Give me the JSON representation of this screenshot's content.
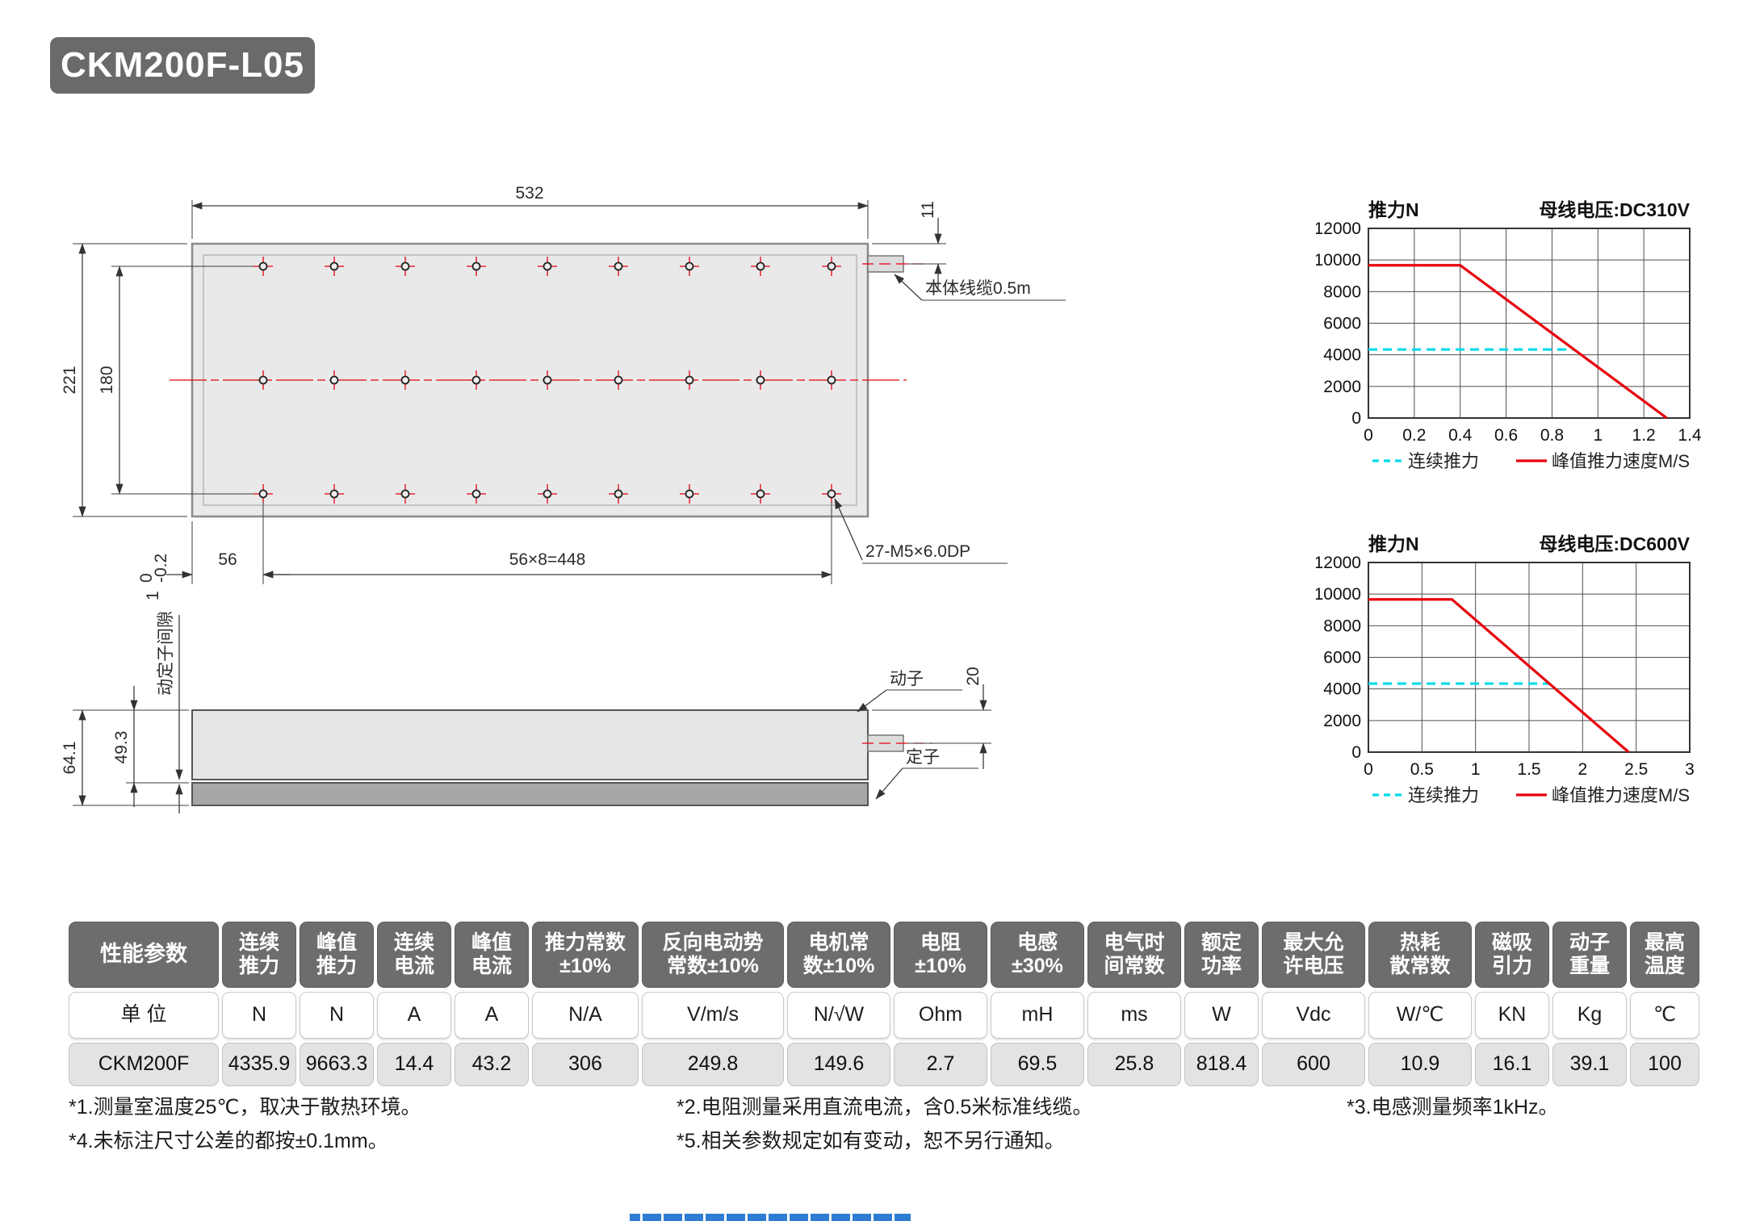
{
  "title": "CKM200F-L05",
  "colors": {
    "accent_red": "#e8000d",
    "accent_cyan": "#00dbe7",
    "header_gray": "#6d6d6d"
  },
  "drawing_top": {
    "dim_width": "532",
    "dim_height": "221",
    "dim_inner_height": "180",
    "dim_cable_offset": "11",
    "cable_label": "本体线缆0.5m",
    "dim_first_hole": "56",
    "dim_hole_pitch": "56×8=448",
    "holes_label": "27-M5×6.0DP"
  },
  "drawing_side": {
    "dim_total_height": "64.1",
    "dim_mover_height": "49.3",
    "gap_label": "动定子间隙",
    "gap_value": "1",
    "gap_tol_upper": "0",
    "gap_tol_lower": "-0.2",
    "mover_label": "动子",
    "stator_label": "定子",
    "dim_cable": "20"
  },
  "chart_data": [
    {
      "type": "line",
      "title_left": "推力N",
      "title_right": "母线电压:DC310V",
      "xlabel": "速度M/S",
      "xlim": [
        0,
        1.4
      ],
      "ylim": [
        0,
        12000
      ],
      "x_ticks": [
        0,
        0.2,
        0.4,
        0.6,
        0.8,
        1,
        1.2,
        1.4
      ],
      "y_ticks": [
        0,
        2000,
        4000,
        6000,
        8000,
        10000,
        12000
      ],
      "grid": true,
      "legend_position": "bottom",
      "series": [
        {
          "name": "连续推力",
          "color": "#00dbe7",
          "style": "dashed",
          "points": [
            [
              0,
              4336
            ],
            [
              0.895,
              4336
            ]
          ]
        },
        {
          "name": "峰值推力",
          "color": "#e8000d",
          "style": "solid",
          "points": [
            [
              0,
              9663
            ],
            [
              0.4,
              9663
            ],
            [
              1.3,
              0
            ]
          ]
        }
      ]
    },
    {
      "type": "line",
      "title_left": "推力N",
      "title_right": "母线电压:DC600V",
      "xlabel": "速度M/S",
      "xlim": [
        0,
        3
      ],
      "ylim": [
        0,
        12000
      ],
      "x_ticks": [
        0,
        0.5,
        1,
        1.5,
        2,
        2.5,
        3
      ],
      "y_ticks": [
        0,
        2000,
        4000,
        6000,
        8000,
        10000,
        12000
      ],
      "grid": true,
      "legend_position": "bottom",
      "series": [
        {
          "name": "连续推力",
          "color": "#00dbe7",
          "style": "dashed",
          "points": [
            [
              0,
              4336
            ],
            [
              1.69,
              4336
            ]
          ]
        },
        {
          "name": "峰值推力",
          "color": "#e8000d",
          "style": "solid",
          "points": [
            [
              0,
              9663
            ],
            [
              0.78,
              9663
            ],
            [
              2.43,
              0
            ]
          ]
        }
      ]
    }
  ],
  "table": {
    "headers": [
      "性能参数",
      "连续\n推力",
      "峰值\n推力",
      "连续\n电流",
      "峰值\n电流",
      "推力常数\n±10%",
      "反向电动势\n常数±10%",
      "电机常\n数±10%",
      "电阻\n±10%",
      "电感\n±30%",
      "电气时\n间常数",
      "额定\n功率",
      "最大允\n许电压",
      "热耗\n散常数",
      "磁吸\n引力",
      "动子\n重量",
      "最高\n温度"
    ],
    "units": [
      "单 位",
      "N",
      "N",
      "A",
      "A",
      "N/A",
      "V/m/s",
      "N/√W",
      "Ohm",
      "mH",
      "ms",
      "W",
      "Vdc",
      "W/℃",
      "KN",
      "Kg",
      "℃"
    ],
    "values": [
      "CKM200F",
      "4335.9",
      "9663.3",
      "14.4",
      "43.2",
      "306",
      "249.8",
      "149.6",
      "2.7",
      "69.5",
      "25.8",
      "818.4",
      "600",
      "10.9",
      "16.1",
      "39.1",
      "100"
    ]
  },
  "notes": [
    "*1.测量室温度25℃，取决于散热环境。",
    "*2.电阻测量采用直流电流，含0.5米标准线缆。",
    "*3.电感测量频率1kHz。",
    "*4.未标注尺寸公差的都按±0.1mm。",
    "*5.相关参数规定如有变动，恕不另行通知。"
  ]
}
